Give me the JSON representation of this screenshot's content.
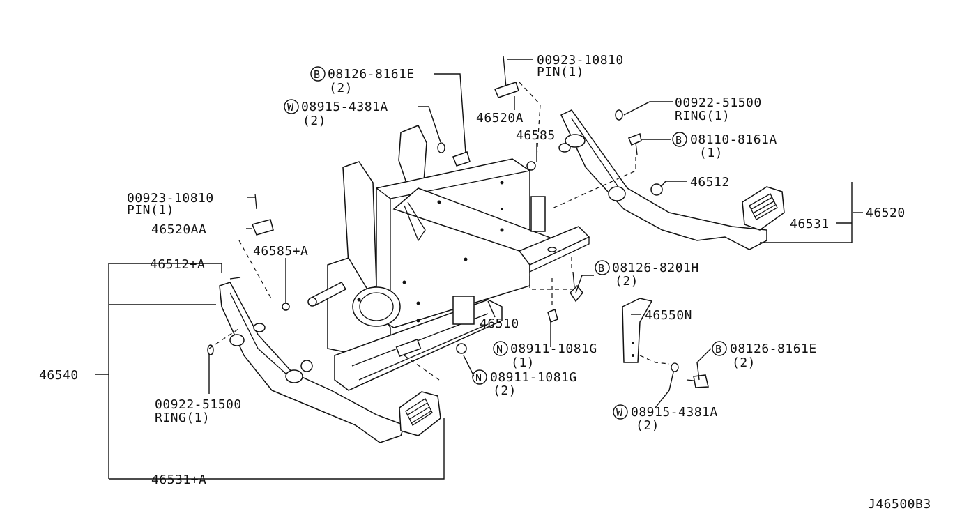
{
  "diagram_id": "J46500B3",
  "callouts": {
    "pin_top_no": "00923-10810",
    "pin_top_desc": "PIN(1)",
    "bolt_b1_sym": "B",
    "bolt_b1_no": "08126-8161E",
    "bolt_b1_qty": "(2)",
    "washer_w1_sym": "W",
    "washer_w1_no": "08915-4381A",
    "washer_w1_qty": "(2)",
    "p46520A": "46520A",
    "p46585": "46585",
    "ring_top_no": "00922-51500",
    "ring_top_desc": "RING(1)",
    "bolt_b2_sym": "B",
    "bolt_b2_no": "08110-8161A",
    "bolt_b2_qty": "(1)",
    "p46512": "46512",
    "p46520": "46520",
    "p46531": "46531",
    "pin_left_no": "00923-10810",
    "pin_left_desc": "PIN(1)",
    "p46520AA": "46520AA",
    "p46585A": "46585+A",
    "p46512A": "46512+A",
    "p46540": "46540",
    "bolt_b3_sym": "B",
    "bolt_b3_no": "08126-8201H",
    "bolt_b3_qty": "(2)",
    "p46510": "46510",
    "p46550N": "46550N",
    "nut_n1_sym": "N",
    "nut_n1_no": "08911-1081G",
    "nut_n1_qty": "(1)",
    "bolt_b4_sym": "B",
    "bolt_b4_no": "08126-8161E",
    "bolt_b4_qty": "(2)",
    "nut_n2_sym": "N",
    "nut_n2_no": "08911-1081G",
    "nut_n2_qty": "(2)",
    "ring_left_no": "00922-51500",
    "ring_left_desc": "RING(1)",
    "washer_w2_sym": "W",
    "washer_w2_no": "08915-4381A",
    "washer_w2_qty": "(2)",
    "p46531A": "46531+A"
  }
}
